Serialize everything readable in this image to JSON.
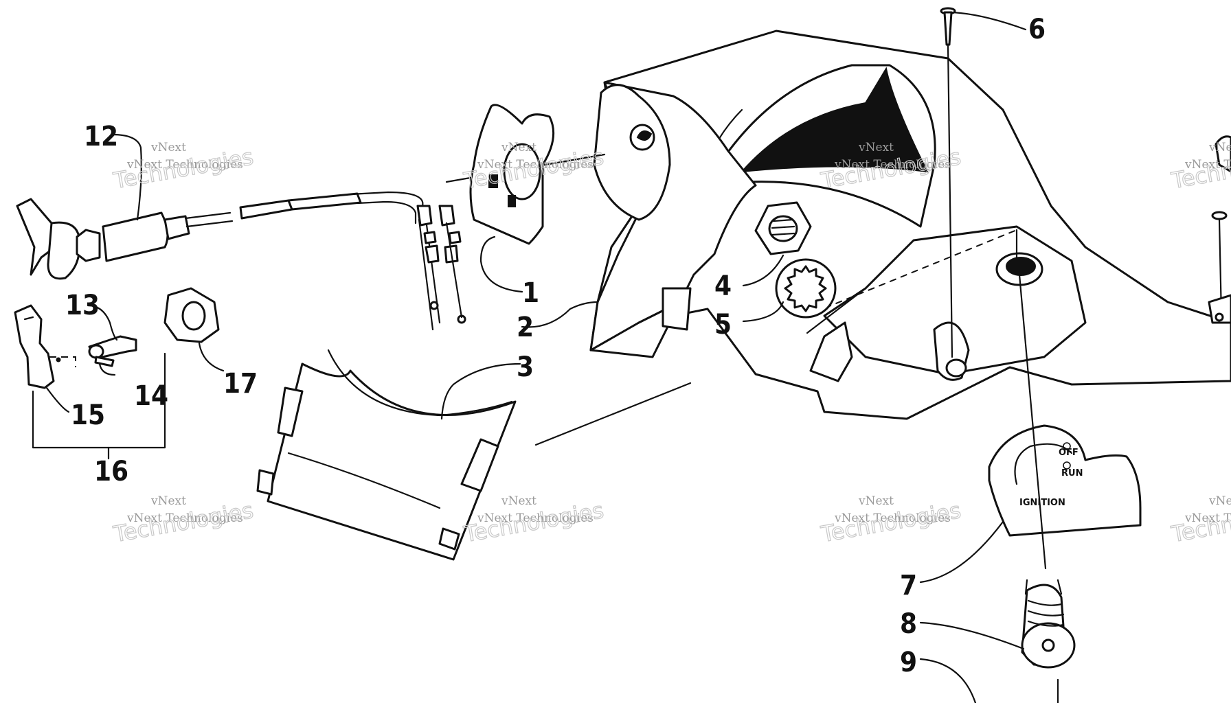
{
  "watermark": {
    "brand": "vNext",
    "company": "vNext Technologies",
    "word": "Technologies"
  },
  "part_numbers": [
    "1",
    "2",
    "3",
    "4",
    "5",
    "6",
    "7",
    "8",
    "9",
    "12",
    "13",
    "14",
    "15",
    "16",
    "17"
  ],
  "switch_markings": {
    "off": "OFF",
    "run": "RUN",
    "ignition": "IGNITION"
  }
}
